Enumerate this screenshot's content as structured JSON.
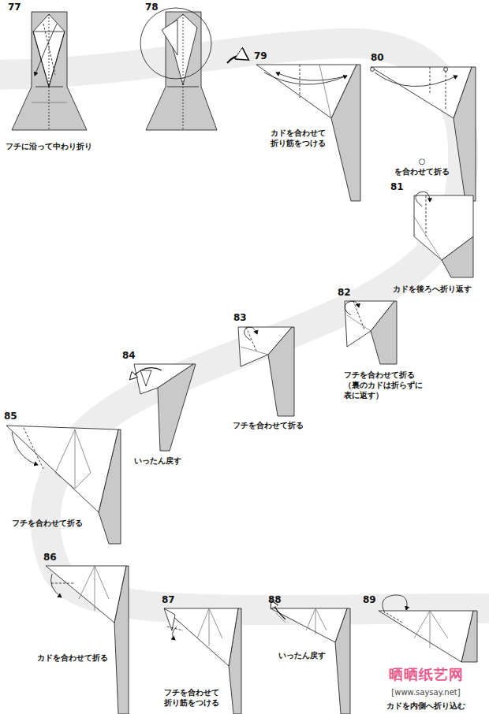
{
  "diagram": {
    "labels": [
      "77",
      "フチに沿って中わり折り",
      "78",
      "79",
      "カドを合わせて 折り筋をつける",
      "80",
      "○を合わせて折る",
      "81",
      "カドを後ろへ折り返す",
      "82",
      "フチを合わせて折る （裏のカドは折らずに 表に返す）",
      "83",
      "フチを合わせて折る",
      "84",
      "いったん戻す",
      "85",
      "フチを合わせて折る",
      "86",
      "カドを合わせて折る",
      "87",
      "フチを合わせて 折り筋をつける",
      "88",
      "いったん戻す",
      "89",
      "カドを内側へ折り込む",
      "晒晒纸艺网",
      "[www.saysay.net]"
    ]
  }
}
